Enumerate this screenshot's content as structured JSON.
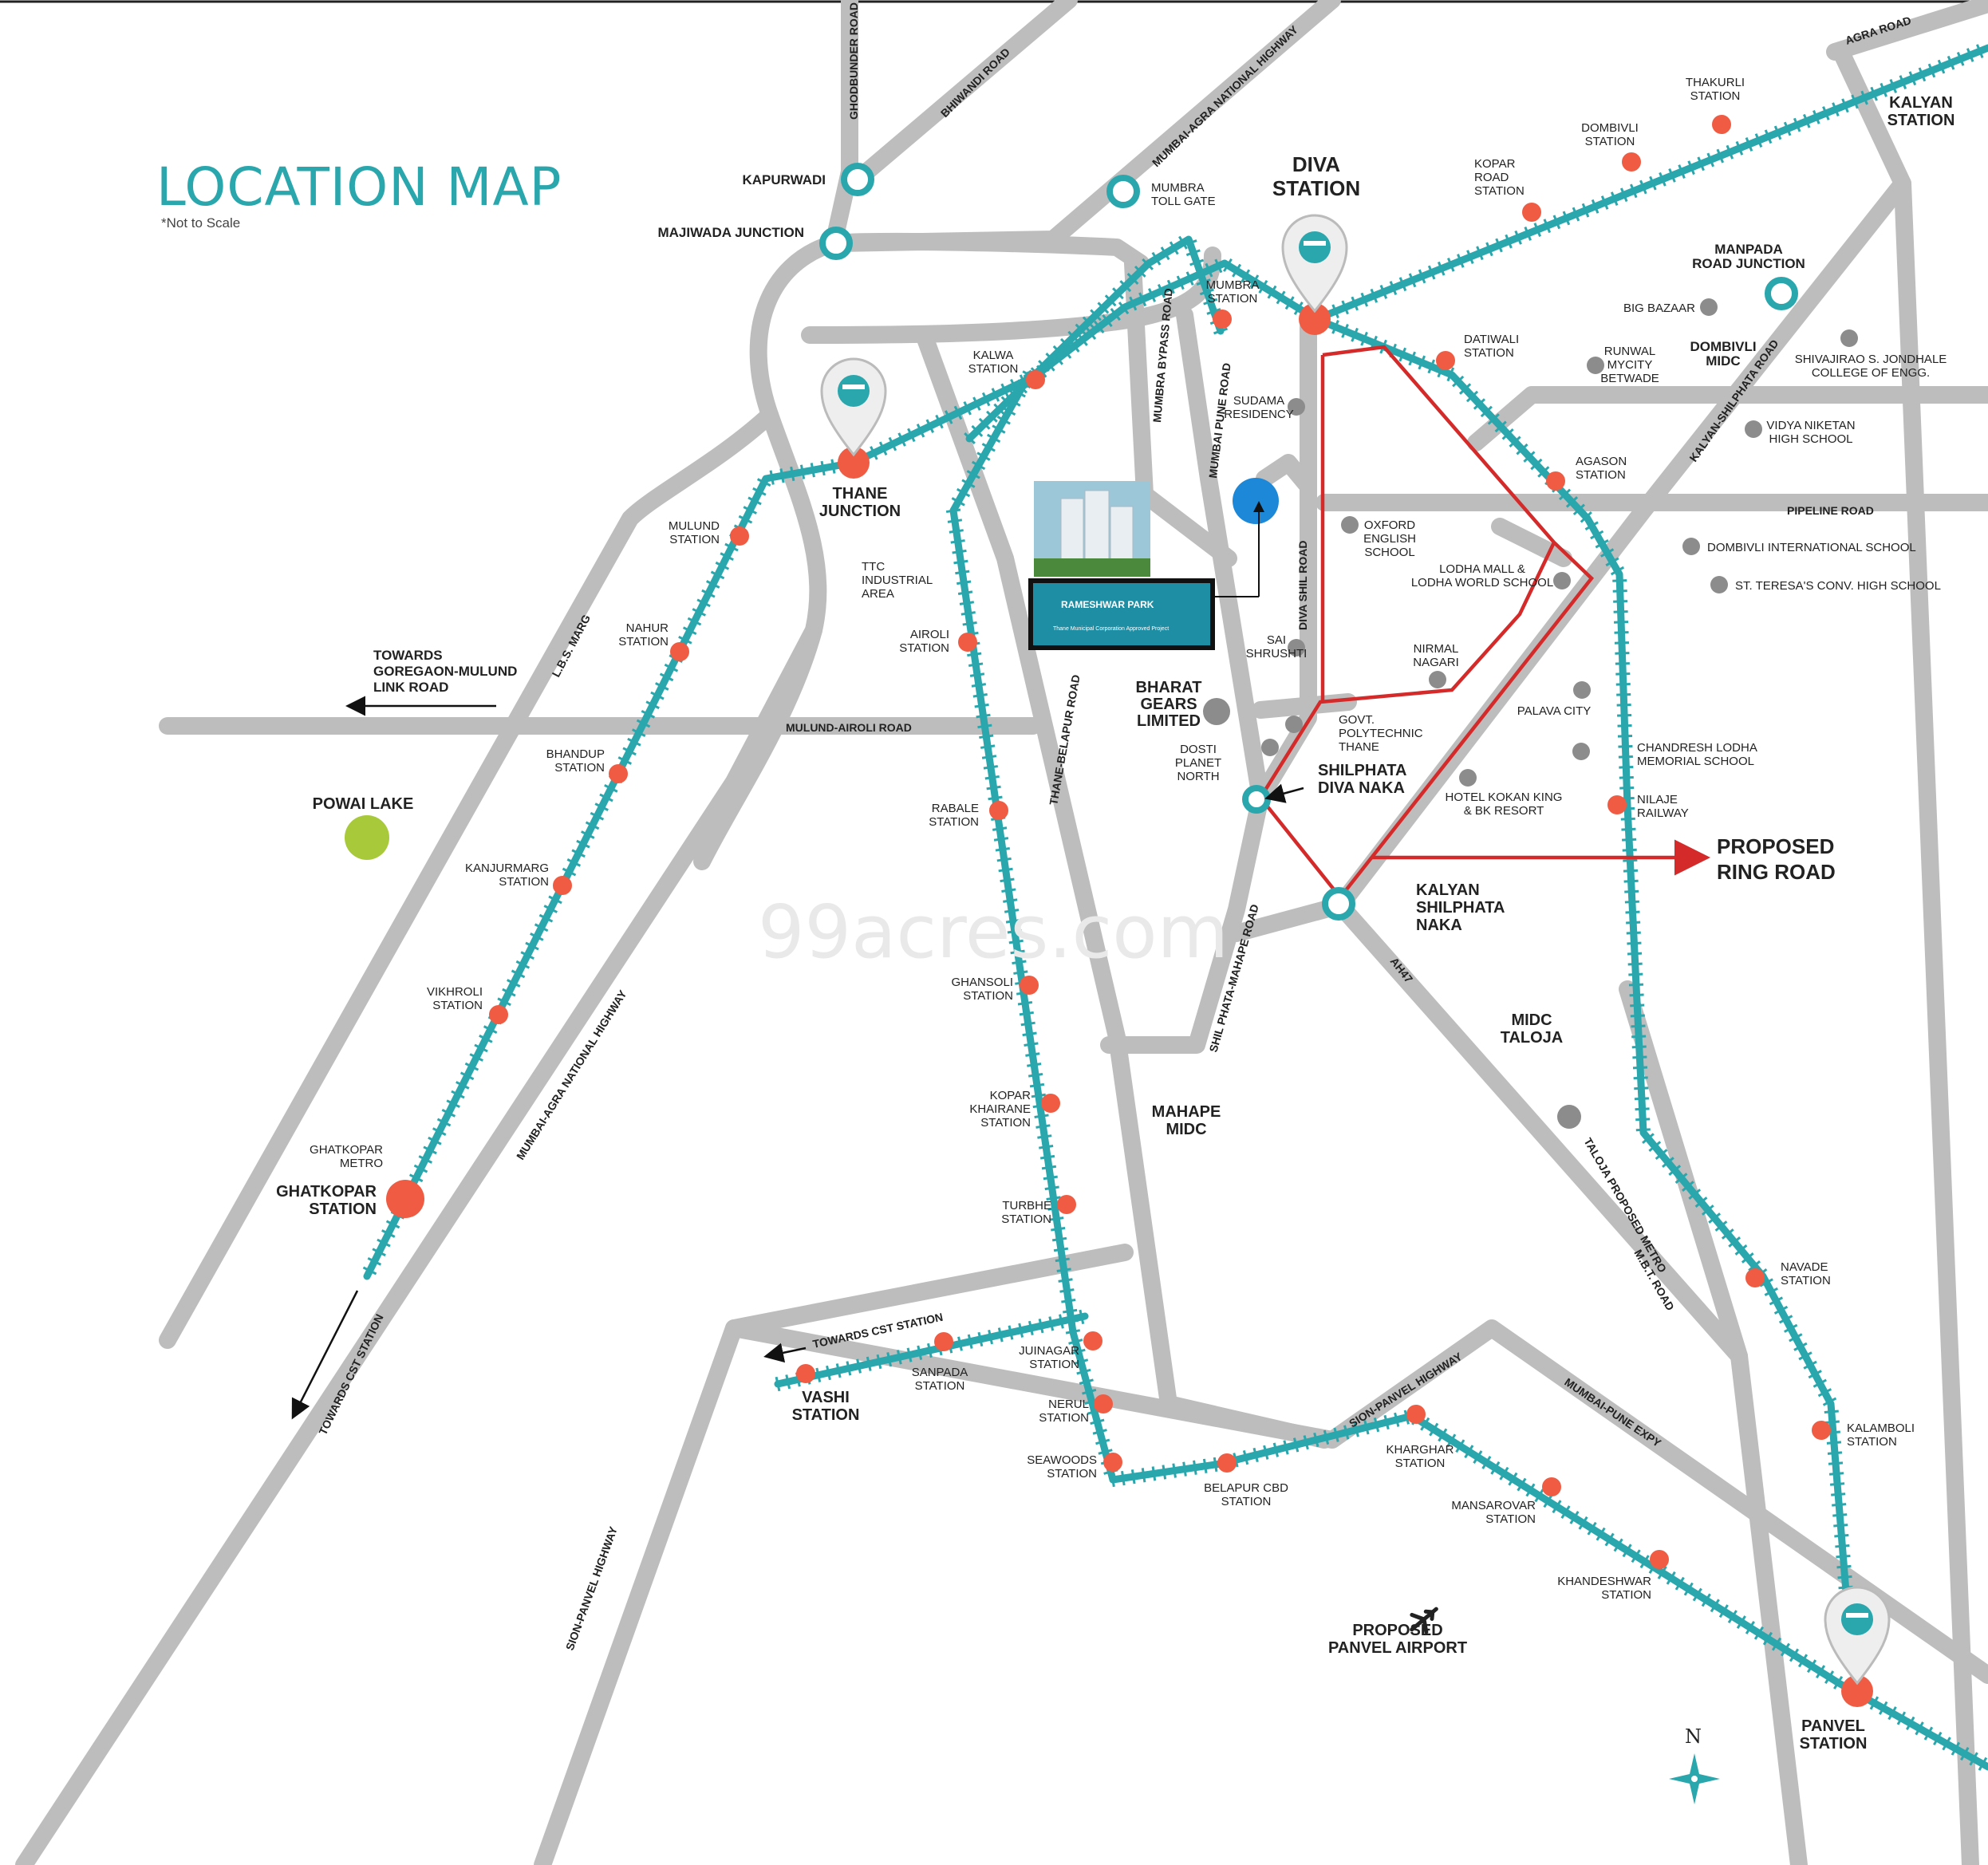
{
  "title": "LOCATION MAP",
  "subtitle": "*Not to Scale",
  "watermark": "99acres.com",
  "colors": {
    "road": "#bdbdbd",
    "rail": "#2aa6ad",
    "station": "#ef5b43",
    "ring_road": "#d42a2a",
    "landmark": "#8c8c8c",
    "project_pin": "#1e88d8",
    "lake": "#a8c93a"
  },
  "roads": {
    "ghodbunder": "GHODBUNDER ROAD",
    "bhiwandi": "BHIWANDI ROAD",
    "mumbai_agra_top": "MUMBAI-AGRA NATIONAL HIGHWAY",
    "mumbai_agra_bottom": "MUMBAI-AGRA NATIONAL HIGHWAY",
    "agra": "AGRA ROAD",
    "mumbra_bypass": "MUMBRA BYPASS ROAD",
    "mumbai_pune": "MUMBAI PUNE ROAD",
    "diva_shil": "DIVA SHIL ROAD",
    "kalyan_shilphata": "KALYAN-SHILPHATA ROAD",
    "pipeline": "PIPELINE ROAD",
    "lbs": "L.B.S. MARG",
    "mulund_airoli": "MULUND-AIROLI ROAD",
    "thane_belapur": "THANE-BELAPUR ROAD",
    "shil_mahape": "SHIL PHATA-MAHAPE ROAD",
    "ah47": "AH47",
    "taloja_metro": "TALOJA PROPOSED METRO",
    "mbt": "M.B.T. ROAD",
    "sion_panvel_a": "SION-PANVEL HIGHWAY",
    "sion_panvel_b": "SION-PANVEL HIGHWAY",
    "mumbai_pune_expy": "MUMBAI-PUNE EXPY",
    "towards_cst_a": "TOWARDS CST STATION",
    "towards_cst_b": "TOWARDS CST STATION"
  },
  "junctions": {
    "kapurwadi": "KAPURWADI",
    "majiwada": "MAJIWADA JUNCTION",
    "mumbra_toll": [
      "MUMBRA",
      "TOLL GATE"
    ],
    "manpada": [
      "MANPADA",
      "ROAD JUNCTION"
    ],
    "shilphata_diva": [
      "SHILPHATA",
      "DIVA NAKA"
    ],
    "kalyan_shilphata": [
      "KALYAN",
      "SHILPHATA",
      "NAKA"
    ]
  },
  "major_stations": {
    "diva": [
      "DIVA",
      "STATION"
    ],
    "thane": [
      "THANE",
      "JUNCTION"
    ],
    "kalyan": [
      "KALYAN",
      "STATION"
    ],
    "ghatkopar": [
      "GHATKOPAR",
      "STATION"
    ],
    "vashi": [
      "VASHI",
      "STATION"
    ],
    "panvel": [
      "PANVEL",
      "STATION"
    ]
  },
  "stations": {
    "thakurli": [
      "THAKURLI",
      "STATION"
    ],
    "dombivli": [
      "DOMBIVLI",
      "STATION"
    ],
    "kopar_road": [
      "KOPAR",
      "ROAD",
      "STATION"
    ],
    "mumbra": [
      "MUMBRA",
      "STATION"
    ],
    "kalwa": [
      "KALWA",
      "STATION"
    ],
    "datiwali": [
      "DATIWALI",
      "STATION"
    ],
    "agason": [
      "AGASON",
      "STATION"
    ],
    "mulund": [
      "MULUND",
      "STATION"
    ],
    "nahur": [
      "NAHUR",
      "STATION"
    ],
    "bhandup": [
      "BHANDUP",
      "STATION"
    ],
    "kanjurmarg": [
      "KANJURMARG",
      "STATION"
    ],
    "vikhroli": [
      "VIKHROLI",
      "STATION"
    ],
    "ghatkopar_metro": [
      "GHATKOPAR",
      "METRO"
    ],
    "airoli": [
      "AIROLI",
      "STATION"
    ],
    "rabale": [
      "RABALE",
      "STATION"
    ],
    "ghansoli": [
      "GHANSOLI",
      "STATION"
    ],
    "kopar_khairane": [
      "KOPAR",
      "KHAIRANE",
      "STATION"
    ],
    "turbhe": [
      "TURBHE",
      "STATION"
    ],
    "juinagar": [
      "JUINAGAR",
      "STATION"
    ],
    "nerul": [
      "NERUL",
      "STATION"
    ],
    "seawoods": [
      "SEAWOODS",
      "STATION"
    ],
    "sanpada": [
      "SANPADA",
      "STATION"
    ],
    "belapur": [
      "BELAPUR CBD",
      "STATION"
    ],
    "kharghar": [
      "KHARGHAR",
      "STATION"
    ],
    "mansarovar": [
      "MANSAROVAR",
      "STATION"
    ],
    "khandeshwar": [
      "KHANDESHWAR",
      "STATION"
    ],
    "nilaje": [
      "NILAJE",
      "RAILWAY"
    ],
    "navade": [
      "NAVADE",
      "STATION"
    ],
    "kalamboli": [
      "KALAMBOLI",
      "STATION"
    ]
  },
  "landmarks": {
    "big_bazaar": "BIG BAZAAR",
    "runwal": [
      "RUNWAL",
      "MYCITY",
      "BETWADE"
    ],
    "dombivli_midc": [
      "DOMBIVLI",
      "MIDC"
    ],
    "shivajirao": [
      "SHIVAJIRAO S. JONDHALE",
      "COLLEGE OF ENGG."
    ],
    "vidya_niketan": [
      "VIDYA NIKETAN",
      "HIGH SCHOOL"
    ],
    "sudama": [
      "SUDAMA",
      "RESIDENCY"
    ],
    "oxford": [
      "OXFORD",
      "ENGLISH",
      "SCHOOL"
    ],
    "lodha_mall": [
      "LODHA MALL &",
      "LODHA WORLD SCHOOL"
    ],
    "dombivli_intl": "DOMBIVLI INTERNATIONAL SCHOOL",
    "st_teresa": "ST. TERESA'S CONV. HIGH SCHOOL",
    "sai_shrushti": [
      "SAI",
      "SHRUSHTI"
    ],
    "nirmal_nagari": [
      "NIRMAL",
      "NAGARI"
    ],
    "bharat_gears": [
      "BHARAT",
      "GEARS",
      "LIMITED"
    ],
    "govt_poly": [
      "GOVT.",
      "POLYTECHNIC",
      "THANE"
    ],
    "dosti": [
      "DOSTI",
      "PLANET",
      "NORTH"
    ],
    "palava": "PALAVA CITY",
    "chandresh": [
      "CHANDRESH LODHA",
      "MEMORIAL SCHOOL"
    ],
    "hotel_kokan": [
      "HOTEL KOKAN KING",
      "& BK RESORT"
    ],
    "midc_taloja": [
      "MIDC",
      "TALOJA"
    ],
    "mahape_midc": [
      "MAHAPE",
      "MIDC"
    ],
    "ttc": [
      "TTC",
      "INDUSTRIAL",
      "AREA"
    ],
    "powai_lake": "POWAI LAKE",
    "towards_goregaon": [
      "TOWARDS",
      "GOREGAON-MULUND",
      "LINK ROAD"
    ],
    "proposed_ring_road": [
      "PROPOSED",
      "RING ROAD"
    ],
    "proposed_airport": [
      "PROPOSED",
      "PANVEL AIRPORT"
    ],
    "north": "N"
  },
  "project_card": {
    "name": "RAMESHWAR PARK",
    "subline": "Thane Municipal Corporation Approved Project"
  }
}
